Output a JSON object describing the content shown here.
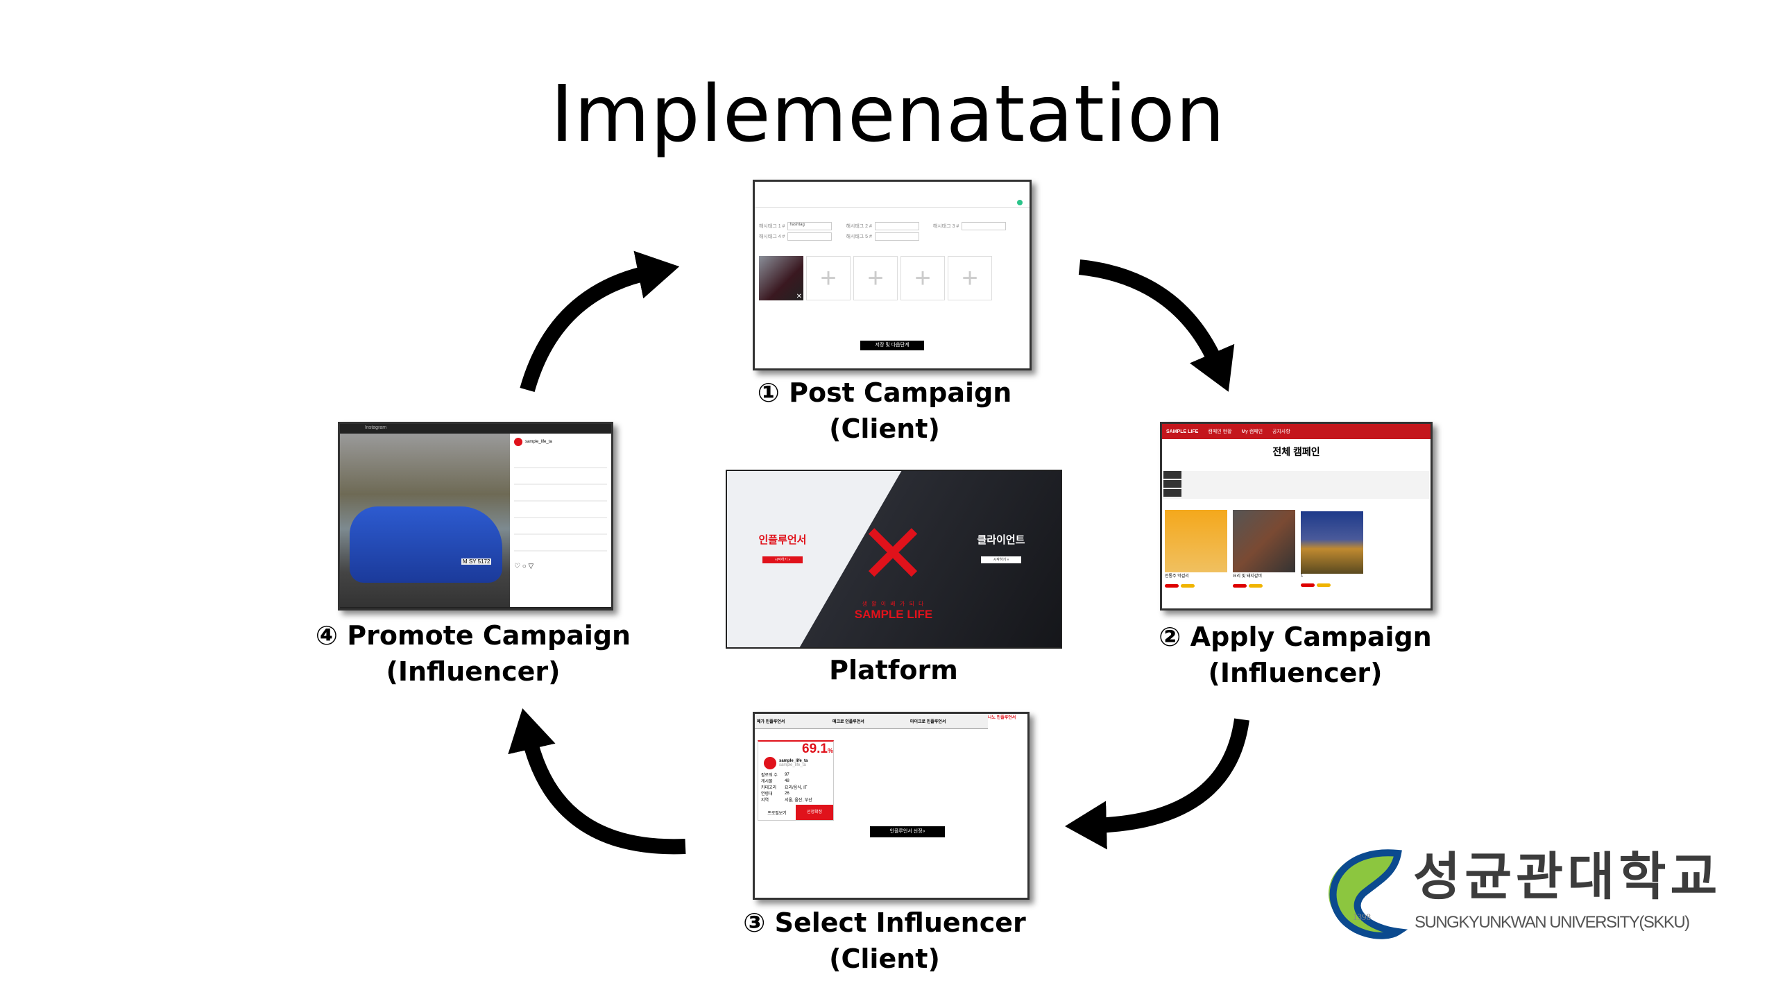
{
  "title": "Implemenatation",
  "steps": {
    "post": {
      "line1": "① Post Campaign",
      "line2": "(Client)"
    },
    "apply": {
      "line1": "② Apply Campaign",
      "line2": "(Influencer)"
    },
    "select": {
      "line1": "③ Select Influencer",
      "line2": "(Client)"
    },
    "promote": {
      "line1": "④ Promote Campaign",
      "line2": "(Influencer)"
    },
    "platform": {
      "label": "Platform"
    }
  },
  "post_screen": {
    "hashtag_labels": [
      "해시태그 1 #",
      "해시태그 2 #",
      "해시태그 3 #",
      "해시태그 4 #",
      "해시태그 5 #"
    ],
    "hashtag1_value": "hashtag",
    "submit": "저장 및 다음단계"
  },
  "apply_screen": {
    "brand": "SAMPLE LIFE",
    "nav": [
      "캠페인 현황",
      "My 캠페인",
      "공지사항"
    ],
    "heading": "전체 캠페인",
    "cards": [
      {
        "title": "전통주 막걸리"
      },
      {
        "title": "요리 및 돼지갈비"
      },
      {
        "title": "1"
      }
    ]
  },
  "select_screen": {
    "tabs": [
      "메가 인플루언서",
      "매크로 인플루언서",
      "마이크로 인플루언서",
      "나노 인플루언서"
    ],
    "score": "69.1",
    "score_unit": "%",
    "username": "sample_life_ta",
    "handle": "sample_life_ta",
    "stats": [
      [
        "팔로워 수",
        "97"
      ],
      [
        "게시물",
        "48"
      ],
      [
        "카테고리",
        "요리/음식, IT"
      ],
      [
        "연령대",
        "26"
      ],
      [
        "지역",
        "서울, 울산, 부산"
      ]
    ],
    "profile_btn": "프로필보기",
    "confirm_btn": "선정확정",
    "select_btn": "인플루언서 선정»"
  },
  "promote_screen": {
    "app": "Instagram",
    "account": "sample_life_ta",
    "plate": "M SY 5172"
  },
  "platform_screen": {
    "influencer": "인플루언서",
    "client": "클라이언트",
    "slogan": "생 활 이 배 가 되 다",
    "brand": "SAMPLE LIFE",
    "start": "시작하기 »"
  },
  "logo": {
    "korean": "성균관대학교",
    "english": "SUNGKYUNKWAN UNIVERSITY(SKKU)",
    "year": "1398"
  },
  "colors": {
    "accent": "#e0121b",
    "apply_header": "#c4161c",
    "logo_blue": "#0b4a8f",
    "logo_green": "#8cc63f"
  }
}
